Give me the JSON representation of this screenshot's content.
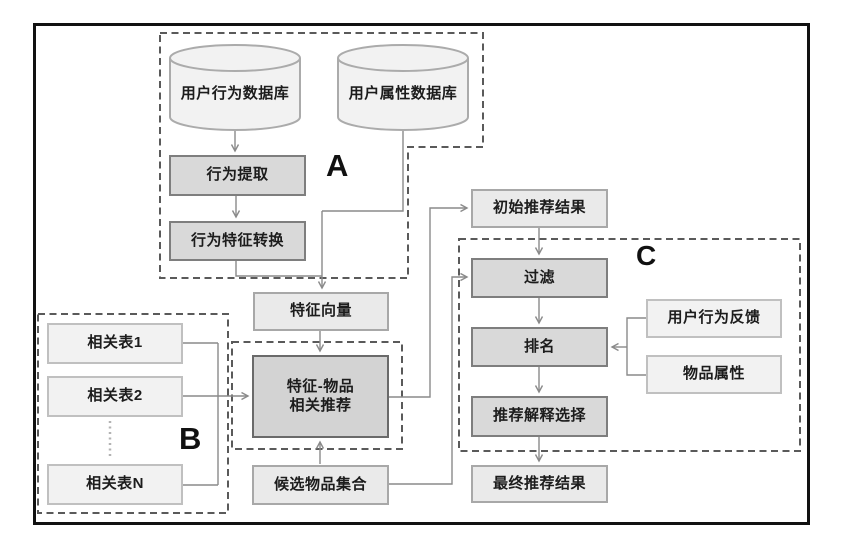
{
  "diagram": {
    "title_hint": "recommendation pipeline flowchart",
    "groups": {
      "a": {
        "label": "A"
      },
      "b": {
        "label": "B"
      },
      "c": {
        "label": "C"
      }
    },
    "nodes": {
      "user_behavior_db": {
        "label": "用户行为数据库",
        "shape": "database-cylinder"
      },
      "user_attribute_db": {
        "label": "用户属性数据库",
        "shape": "database-cylinder"
      },
      "behavior_extraction": {
        "label": "行为提取"
      },
      "behavior_feature_transform": {
        "label": "行为特征转换"
      },
      "feature_vector": {
        "label": "特征向量"
      },
      "related_table_1": {
        "label": "相关表1"
      },
      "related_table_2": {
        "label": "相关表2"
      },
      "related_table_n": {
        "label": "相关表N"
      },
      "feature_item_rec": {
        "line1": "特征-物品",
        "line2": "相关推荐"
      },
      "candidate_item_set": {
        "label": "候选物品集合"
      },
      "initial_rec_result": {
        "label": "初始推荐结果"
      },
      "filter": {
        "label": "过滤"
      },
      "ranking": {
        "label": "排名"
      },
      "rec_explanation_selection": {
        "label": "推荐解释选择"
      },
      "user_behavior_feedback": {
        "label": "用户行为反馈"
      },
      "item_attribute": {
        "label": "物品属性"
      },
      "final_rec_result": {
        "label": "最终推荐结果"
      }
    },
    "colors": {
      "frame_border": "#111111",
      "dashed_region": "#5a5a5a",
      "connector": "#8a8a8a",
      "box_dark_fill": "#d9d9d9",
      "box_dark_border": "#7e7e7e",
      "box_mid_fill": "#eaeaea",
      "box_mid_border": "#a8a8a8",
      "box_light_fill": "#f2f2f2",
      "box_light_border": "#c0c0c0",
      "cylinder_fill": "#f2f2f2",
      "cylinder_stroke": "#ababab",
      "text": "#1c1c1c"
    }
  }
}
